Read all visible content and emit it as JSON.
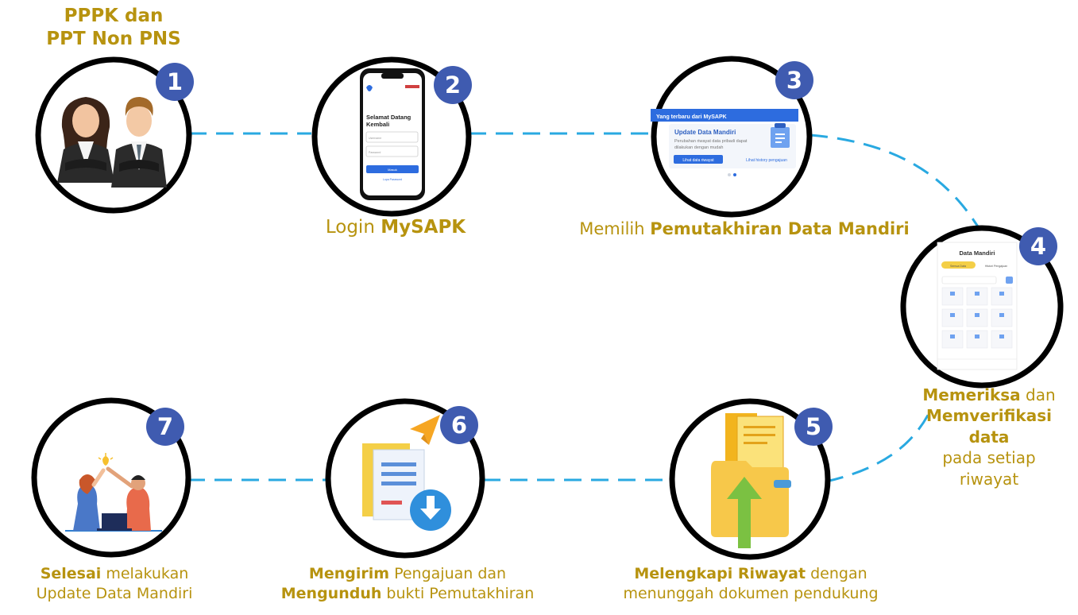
{
  "colors": {
    "gold": "#b7930f",
    "connector": "#29a9e1",
    "badge": "#3f5bb0",
    "ring": "#000000"
  },
  "steps": [
    {
      "number": "1",
      "illustration": "two-business-people-icon",
      "title_line1": "PPPK dan",
      "title_line2": "PPT Non PNS"
    },
    {
      "number": "2",
      "illustration": "mysapk-login-phone-icon",
      "caption_regular": "Login ",
      "caption_bold": "MySAPK",
      "phone": {
        "greeting_line1": "Selamat Datang",
        "greeting_line2": "Kembali",
        "field1": "Username",
        "field2": "Password",
        "button": "Masuk",
        "link": "Lupa Password"
      }
    },
    {
      "number": "3",
      "illustration": "update-data-mandiri-card-icon",
      "caption_regular": "Memilih ",
      "caption_bold": "Pemutakhiran Data Mandiri",
      "card": {
        "banner": "Yang terbaru dari MySAPK",
        "heading": "Update Data Mandiri",
        "text_line1": "Perubahan riwayat data pribadi dapat",
        "text_line2": "dilakukan dengan mudah",
        "button": "Lihat data riwayat",
        "link": "Lihat history pengajuan"
      }
    },
    {
      "number": "4",
      "illustration": "data-mandiri-menu-screen-icon",
      "caption_bold1": "Memeriksa",
      "caption_regular1": " dan",
      "caption_bold2": "Memverifikasi",
      "caption_bold3": "data",
      "caption_regular2": "pada setiap",
      "caption_regular3": "riwayat",
      "screen": {
        "title": "Data Mandiri",
        "tab1": "Semua Data",
        "tab2": "Histori Pengajuan"
      }
    },
    {
      "number": "5",
      "illustration": "folder-upload-documents-icon",
      "caption_bold": "Melengkapi Riwayat",
      "caption_regular1": " dengan",
      "caption_regular2": "menunggah dokumen pendukung"
    },
    {
      "number": "6",
      "illustration": "send-and-download-document-icon",
      "caption_bold1": "Mengirim",
      "caption_regular1": " Pengajuan dan",
      "caption_bold2": "Mengunduh",
      "caption_regular2": " bukti Pemutakhiran"
    },
    {
      "number": "7",
      "illustration": "teamwork-celebration-icon",
      "caption_bold": "Selesai",
      "caption_regular1": " melakukan",
      "caption_regular2": "Update Data Mandiri"
    }
  ]
}
